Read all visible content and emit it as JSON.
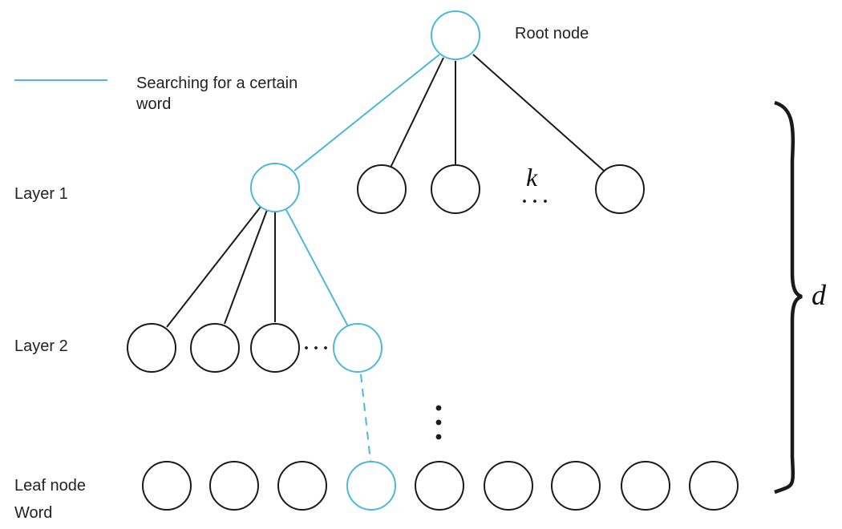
{
  "colors": {
    "search_path": "#4db8d8",
    "default": "#1a1a1a",
    "text": "#222222"
  },
  "legend": {
    "line1": "Searching for a certain",
    "line2": "word"
  },
  "labels": {
    "root_node": "Root node",
    "layer1": "Layer 1",
    "layer2": "Layer 2",
    "leaf_node": "Leaf node",
    "word": "Word"
  },
  "math": {
    "branching_factor": "k",
    "depth": "d"
  },
  "tree": {
    "layer1_node_count_visible": 4,
    "layer2_node_count_visible": 4,
    "leaf_node_count_visible": 9,
    "highlighted_layer1_index": 0,
    "highlighted_layer2_index": 3,
    "highlighted_leaf_index": 3
  }
}
